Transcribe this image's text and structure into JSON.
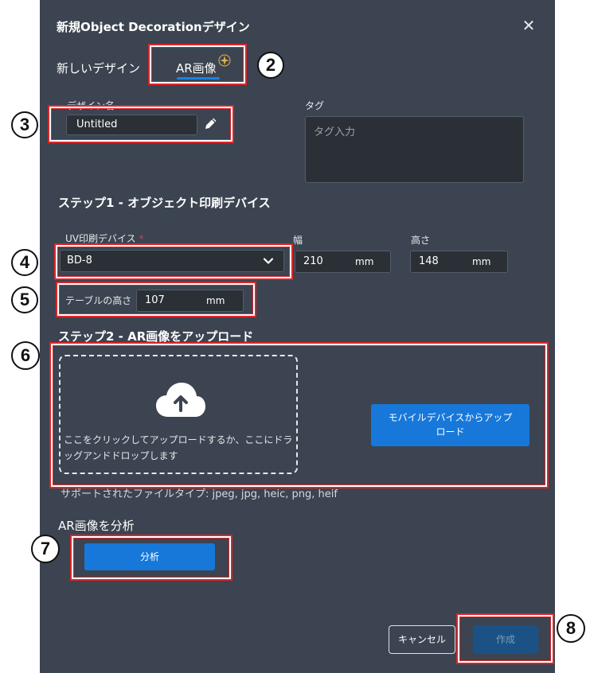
{
  "dialog": {
    "title": "新規Object Decorationデザイン",
    "close_label": "✕"
  },
  "tabs": [
    {
      "label": "新しいデザイン",
      "active": false
    },
    {
      "label": "AR画像",
      "active": true
    }
  ],
  "design_name": {
    "label": "デザイン名",
    "value": "Untitled"
  },
  "tags": {
    "label": "タグ",
    "placeholder": "タグ入力"
  },
  "step1": {
    "title": "ステップ1 - オブジェクト印刷デバイス",
    "device_label": "UV印刷デバイス",
    "required_mark": "*",
    "device_value": "BD-8",
    "width_label": "幅",
    "width_value": "210",
    "width_unit": "mm",
    "height_label": "高さ",
    "height_value": "148",
    "height_unit": "mm",
    "table_height_label": "テーブルの高さ",
    "table_height_value": "107",
    "table_height_unit": "mm"
  },
  "step2": {
    "title": "ステップ2 - AR画像をアップロード",
    "drop_text": "ここをクリックしてアップロードするか、ここにドラッグアンドドロップします",
    "mobile_button": "モバイルデバイスからアップロード",
    "supported_types": "サポートされたファイルタイプ: jpeg, jpg, heic, png, heif"
  },
  "analyze": {
    "title": "AR画像を分析",
    "button": "分析"
  },
  "footer": {
    "cancel": "キャンセル",
    "create": "作成"
  },
  "annotations": [
    "2",
    "3",
    "4",
    "5",
    "6",
    "7",
    "8"
  ],
  "colors": {
    "dialog_bg": "#3b4450",
    "accent": "#1778da",
    "highlight": "#d8262c"
  }
}
